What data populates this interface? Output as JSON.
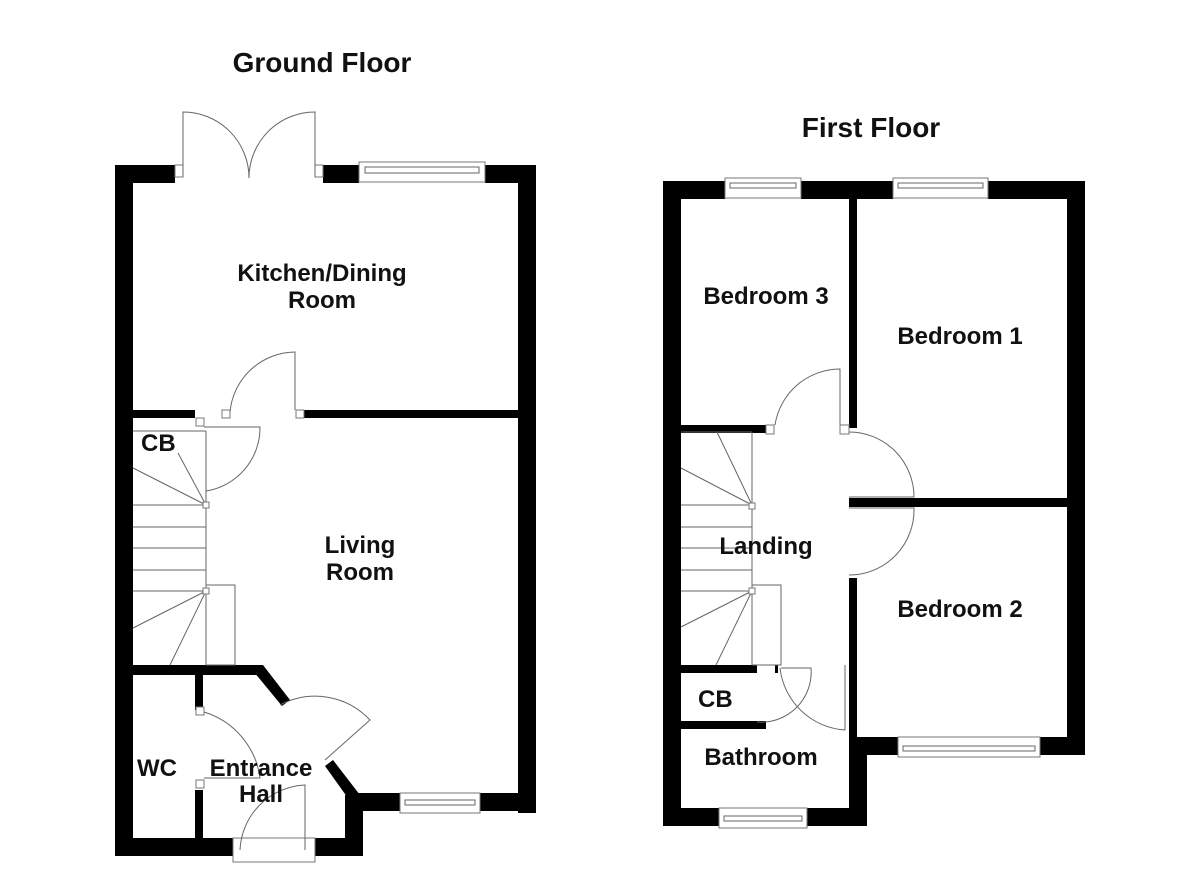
{
  "ground_floor": {
    "title": "Ground Floor",
    "rooms": {
      "kitchen_line1": "Kitchen/Dining",
      "kitchen_line2": "Room",
      "living_line1": "Living",
      "living_line2": "Room",
      "cb": "CB",
      "wc": "WC",
      "entrance_line1": "Entrance",
      "entrance_line2": "Hall"
    }
  },
  "first_floor": {
    "title": "First Floor",
    "rooms": {
      "bedroom3": "Bedroom 3",
      "bedroom1": "Bedroom 1",
      "bedroom2": "Bedroom 2",
      "landing": "Landing",
      "cb": "CB",
      "bathroom": "Bathroom"
    }
  },
  "colors": {
    "wall": "#000000",
    "line": "#666666",
    "background": "#ffffff"
  }
}
